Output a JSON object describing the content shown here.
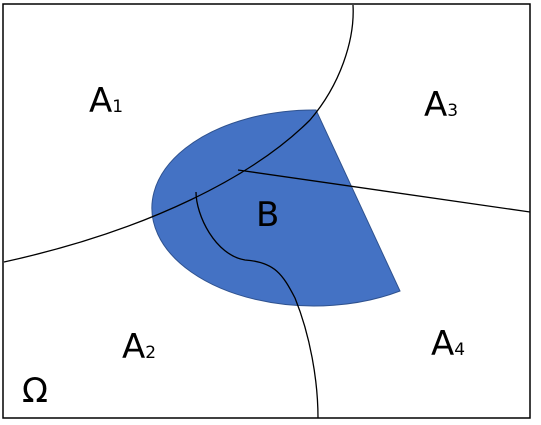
{
  "universe": {
    "symbol": "Ω"
  },
  "regions": [
    {
      "id": "A1",
      "letter": "A",
      "sub": "1"
    },
    {
      "id": "A2",
      "letter": "A",
      "sub": "2"
    },
    {
      "id": "A3",
      "letter": "A",
      "sub": "3"
    },
    {
      "id": "A4",
      "letter": "A",
      "sub": "4"
    }
  ],
  "event": {
    "label": "B"
  },
  "colors": {
    "fill": "#4472c4",
    "stroke": "#2f528f",
    "line": "#000000"
  }
}
